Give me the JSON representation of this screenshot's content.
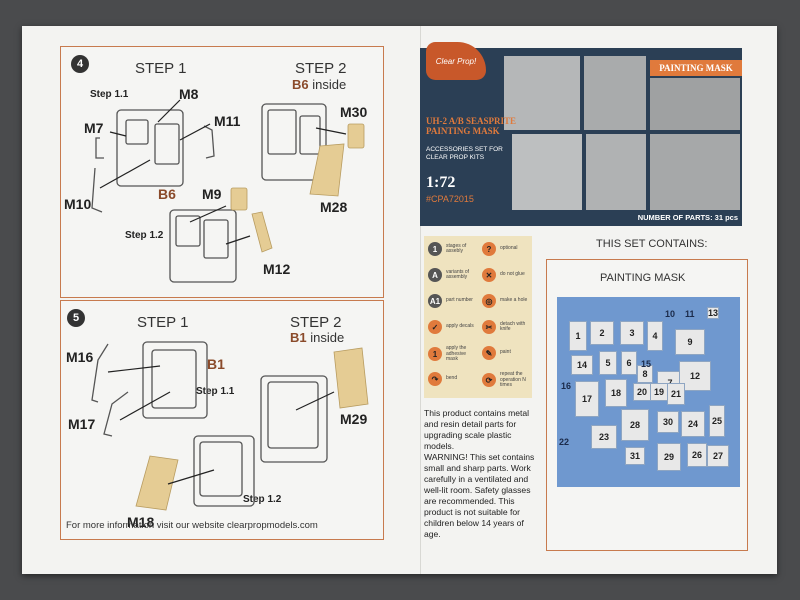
{
  "step4": {
    "badge": "4",
    "step1": "STEP 1",
    "step2": "STEP 2",
    "step2_part": "B6",
    "step2_suffix": " inside",
    "labels": {
      "s11": "Step 1.1",
      "m8": "M8",
      "m7": "M7",
      "m11": "M11",
      "m10": "M10",
      "b6": "B6",
      "m9": "M9",
      "s12": "Step 1.2",
      "m12": "M12",
      "m30": "M30",
      "m28": "M28"
    }
  },
  "step5": {
    "badge": "5",
    "step1": "STEP 1",
    "step2": "STEP 2",
    "step2_part": "B1",
    "step2_suffix": " inside",
    "labels": {
      "m16": "M16",
      "b1": "B1",
      "s11": "Step 1.1",
      "m17": "M17",
      "m29": "M29",
      "m18": "M18",
      "s12": "Step 1.2"
    }
  },
  "footer": "For more information visit our website clearpropmodels.com",
  "cover": {
    "logo": "Clear Prop!",
    "badge": "PAINTING MASK",
    "title": "UH-2 A/B SEASPRITE PAINTING MASK",
    "subtitle": "ACCESSORIES SET FOR CLEAR PROP KITS",
    "scale": "1:72",
    "code": "#CPA72015",
    "parts": "NUMBER OF PARTS: 31 pcs"
  },
  "legend": [
    {
      "icon": "1",
      "text": "stages of assebly"
    },
    {
      "icon": "?",
      "text": "optional"
    },
    {
      "icon": "A",
      "text": "variants of assembly"
    },
    {
      "icon": "✕",
      "text": "do not glue"
    },
    {
      "icon": "A1",
      "text": "part number"
    },
    {
      "icon": "◎",
      "text": "make a hole"
    },
    {
      "icon": "✓",
      "text": "apply decals"
    },
    {
      "icon": "✂",
      "text": "detach with knife"
    },
    {
      "icon": "1",
      "text": "apply the adhesive mask"
    },
    {
      "icon": "✎",
      "text": "paint"
    },
    {
      "icon": "↷",
      "text": "bend"
    },
    {
      "icon": "⟳",
      "text": "repeat the operation N times"
    }
  ],
  "description": [
    "This product contains metal and resin detail parts for upgrading scale plastic models.",
    "WARNING! This set contains small and sharp parts. Work carefully in a ventilated and well-lit room. Safety glasses are recommended. This product is not suitable for children below 14 years of age."
  ],
  "set_contains": "THIS SET CONTAINS:",
  "painting_mask": "PAINTING MASK",
  "mask_parts": [
    "1",
    "2",
    "3",
    "4",
    "5",
    "6",
    "7",
    "8",
    "9",
    "10",
    "11",
    "12",
    "13",
    "14",
    "15",
    "16",
    "17",
    "18",
    "19",
    "20",
    "21",
    "22",
    "23",
    "24",
    "25",
    "26",
    "27",
    "28",
    "29",
    "30",
    "31"
  ],
  "colors": {
    "frame": "#c77a4e",
    "tan": "#e5cc94",
    "blue": "#6f98cf",
    "cover": "#2b3f55",
    "orange": "#e07a3c"
  }
}
